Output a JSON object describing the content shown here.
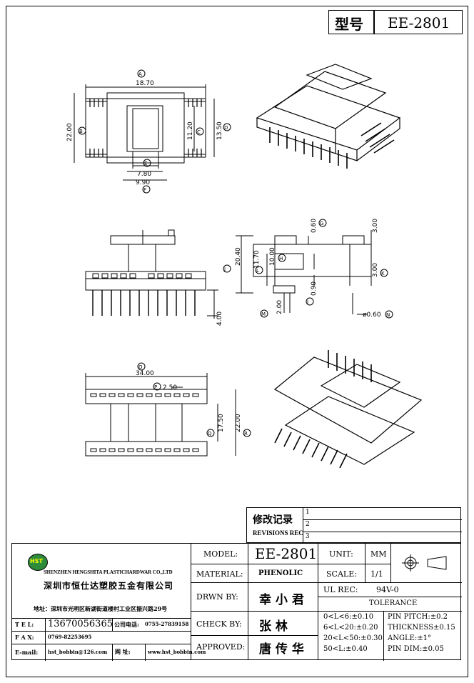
{
  "header": {
    "type_label": "型号",
    "part_number": "EE-2801"
  },
  "dimensions": {
    "A": "18.70",
    "B": "22.00",
    "C": "11.20",
    "D": "13.50",
    "E": "7.80",
    "F": "9.90",
    "G": "0.60",
    "H": "10.00",
    "I": "0.90",
    "J": "20.40",
    "K": "3.00",
    "K2": "3.00",
    "L": "11.70",
    "M": "2.00",
    "N": "ø0.60",
    "O": "34.00",
    "P": "2.50",
    "Q": "17.50",
    "R": "22.00",
    "side_height": "4.00"
  },
  "markers": {
    "A": "A",
    "B": "B",
    "C": "C",
    "D": "D",
    "E": "E",
    "F": "F",
    "G": "G",
    "H": "H",
    "I": "I",
    "J": "J",
    "K": "K",
    "L": "L",
    "M": "M",
    "N": "N",
    "O": "O",
    "P": "P",
    "Q": "Q",
    "R": "R"
  },
  "revisions": {
    "title_cn": "修改记录",
    "title_en": "REVISIONS REC",
    "marks": [
      "1",
      "2",
      "3"
    ]
  },
  "company": {
    "name_en": "SHENZHEN HENGSHITA PLASTICHARDWAR CO.,LTD",
    "name_cn": "深圳市恒仕达塑胶五金有限公司",
    "address": "地址：深圳市光明区新湖街道楼村工业区振兴路29号",
    "logo": "HST",
    "tel_label": "T E L:",
    "tel": "13670056365",
    "company_phone_label": "公司电话:",
    "company_phone": "0755-27839158",
    "fax_label": "F A X:",
    "fax": "0769-82253695",
    "email_label": "E-mail:",
    "email": "hst_bobbin@126.com",
    "web_label": "网 址:",
    "web": "www.hst_bobbin.com"
  },
  "title_block": {
    "model_label": "MODEL:",
    "model": "EE-2801",
    "material_label": "MATERIAL:",
    "material": "PHENOLIC",
    "drawn_label": "DRWN BY:",
    "drawn": "幸 小 君",
    "check_label": "CHECK BY:",
    "check": "张    林",
    "approved_label": "APPROVED:",
    "approved": "唐 传 华",
    "unit_label": "UNIT:",
    "unit": "MM",
    "scale_label": "SCALE:",
    "scale": "1/1",
    "ul_label": "UL REC:",
    "ul": "94V-0",
    "tolerance_label": "TOLERANCE",
    "tol": [
      "0<L<6:±0.10",
      "6<L<20:±0.20",
      "20<L<50:±0.30",
      "50<L:±0.40"
    ],
    "pin": [
      "PIN PITCH:±0.2",
      "THICKNESS±0.15",
      "ANGLE:±1°",
      "PIN DIM:±0.05"
    ]
  }
}
